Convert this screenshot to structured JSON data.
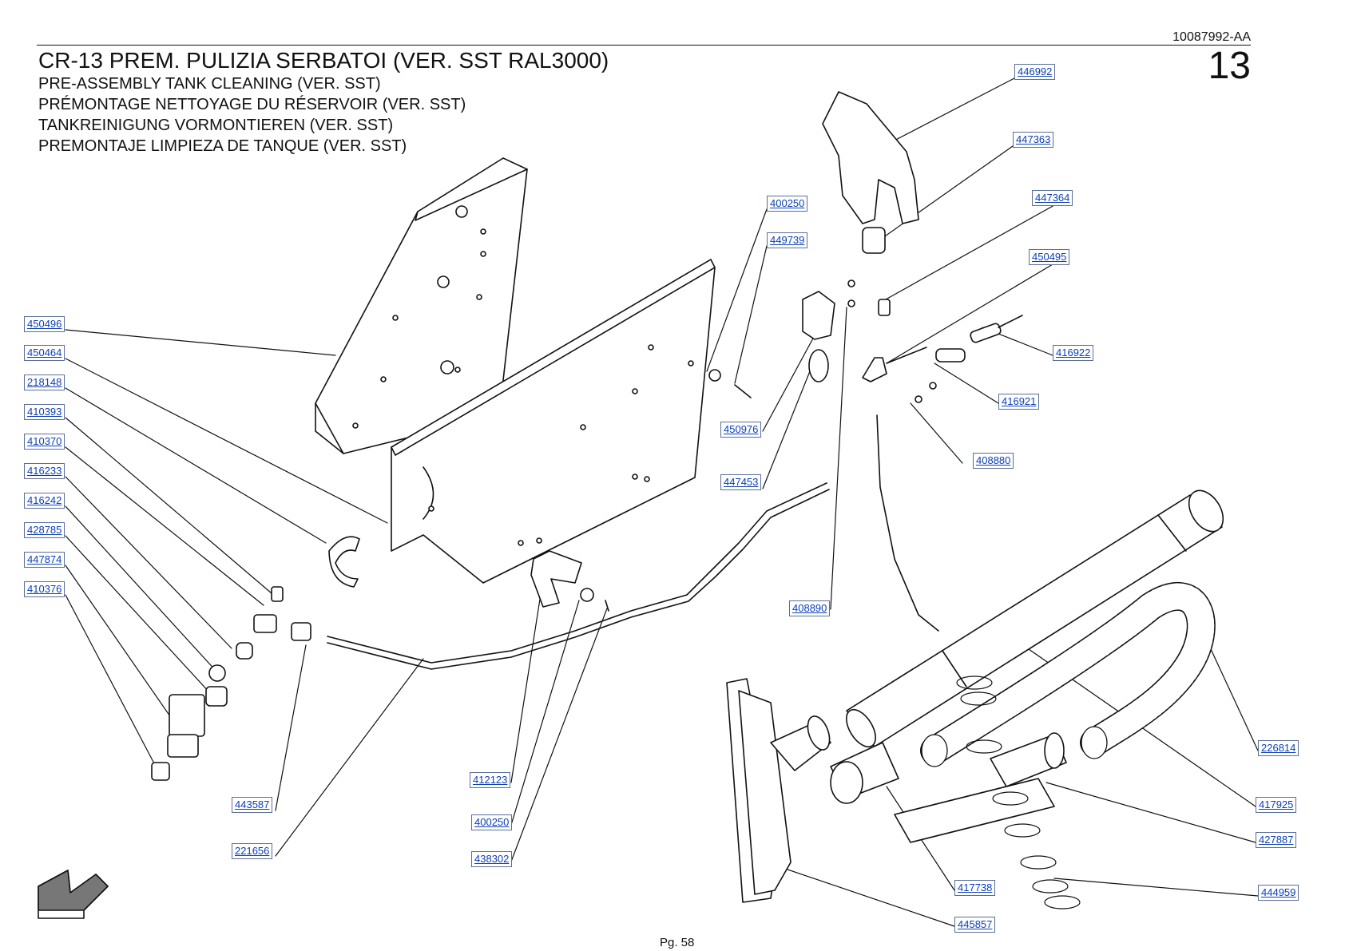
{
  "header": {
    "doc_code": "10087992-AA",
    "page_number": "13",
    "title": "CR-13 PREM. PULIZIA SERBATOI (VER. SST RAL3000)",
    "subtitles": [
      "PRE-ASSEMBLY TANK CLEANING (VER. SST)",
      "PRÉMONTAGE NETTOYAGE DU RÉSERVOIR (VER. SST)",
      "TANKREINIGUNG VORMONTIEREN (VER. SST)",
      "PREMONTAJE LIMPIEZA DE TANQUE (VER. SST)"
    ]
  },
  "parts": [
    "446992",
    "447363",
    "447364",
    "450495",
    "416922",
    "416921",
    "408880",
    "400250",
    "449739",
    "450976",
    "447453",
    "408890",
    "450496",
    "450464",
    "218148",
    "410393",
    "410370",
    "416233",
    "416242",
    "428785",
    "447874",
    "410376",
    "443587",
    "221656",
    "412123",
    "400250",
    "438302",
    "226814",
    "417925",
    "427887",
    "444959",
    "417738",
    "445857"
  ],
  "footer": {
    "page": "Pg. 58"
  }
}
